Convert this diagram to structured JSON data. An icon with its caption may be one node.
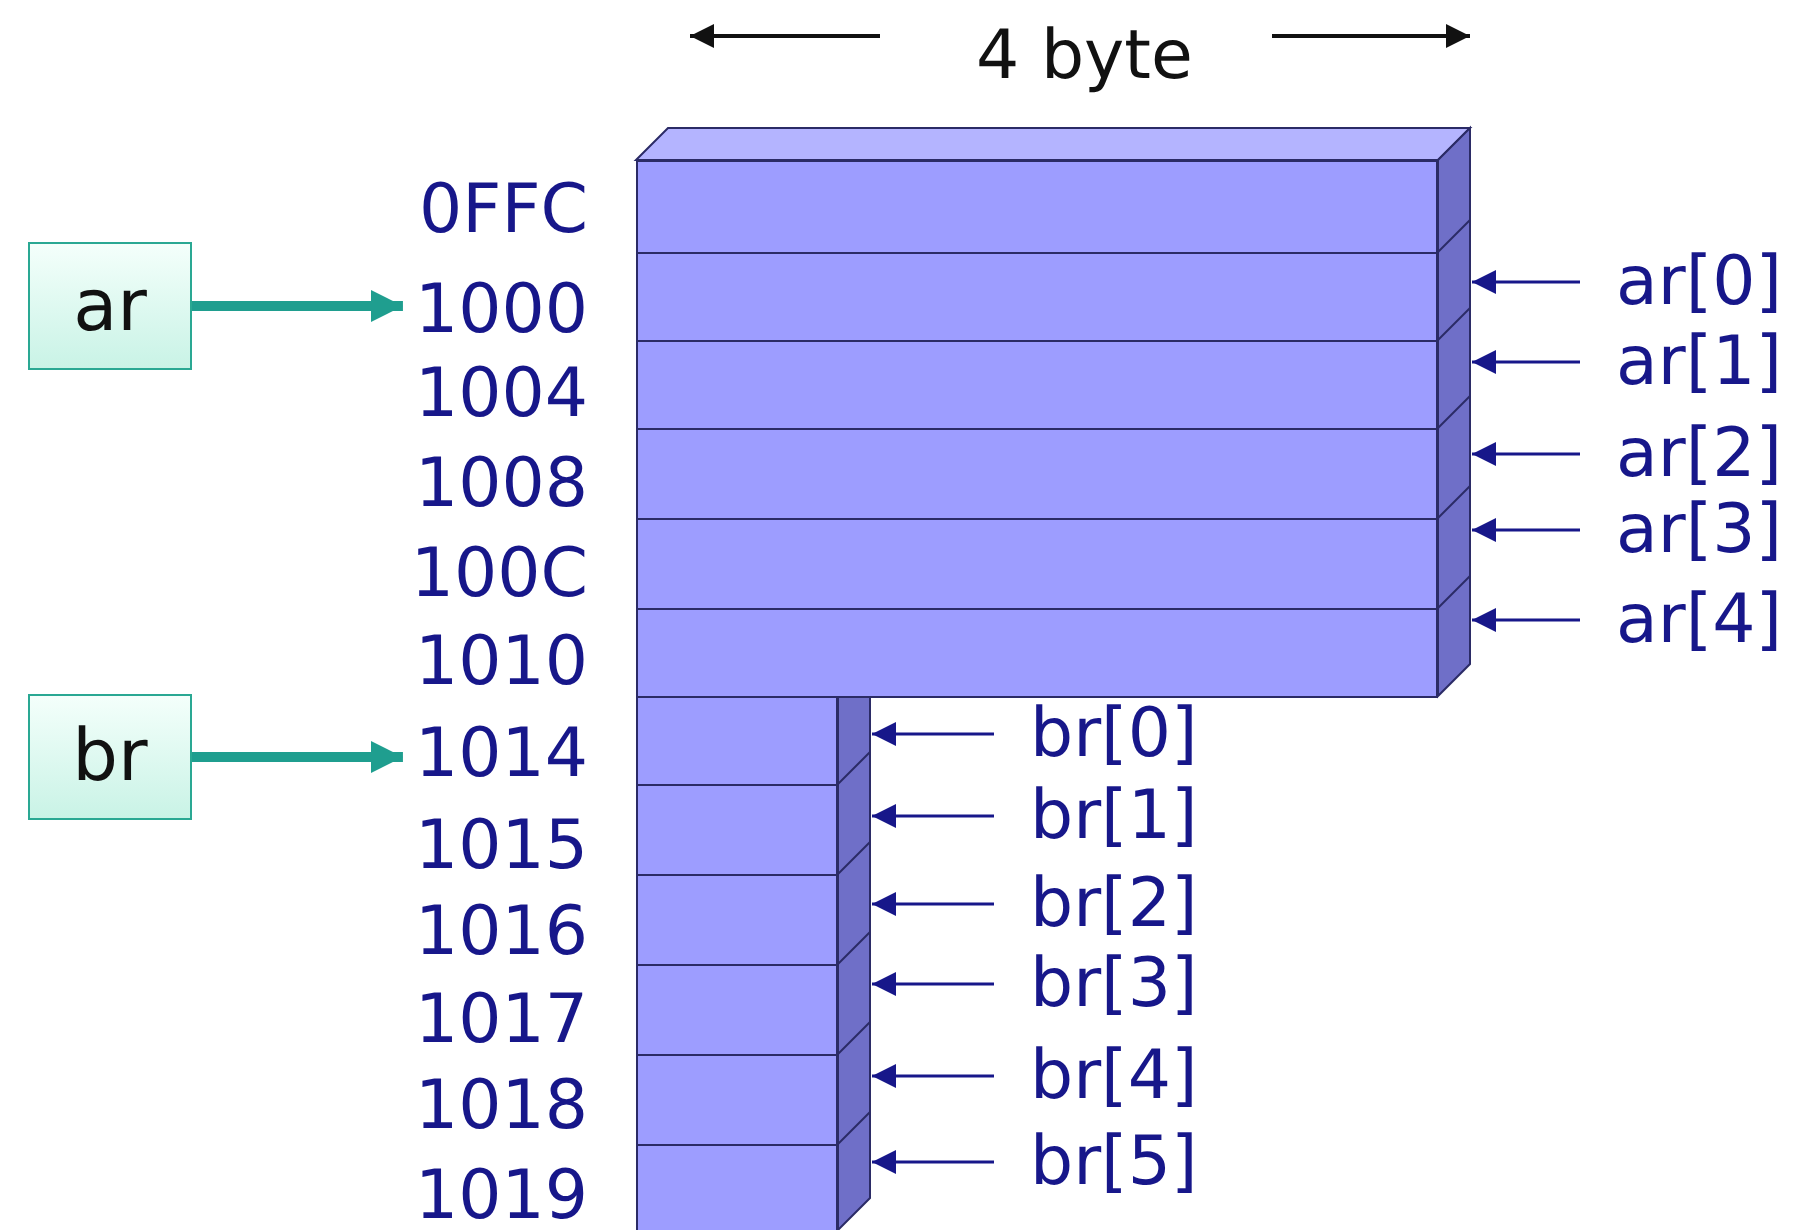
{
  "diagram": {
    "nodes": [
      {
        "text": [
          "ar"
        ]
      },
      {
        "text": [
          "1000"
        ]
      },
      {
        "text": [
          "br"
        ]
      },
      {
        "text": [
          "1014"
        ]
      },
      {
        "text": [],
        "shape": "box"
      },
      {
        "text": [],
        "shape": "box"
      },
      {
        "text": [],
        "shape": "box"
      },
      {
        "text": [],
        "shape": "box"
      },
      {
        "text": [],
        "shape": "box"
      },
      {
        "text": [],
        "shape": "box"
      },
      {
        "text": [],
        "shape": "box"
      },
      {
        "text": [],
        "shape": "box"
      },
      {
        "text": [],
        "shape": "box"
      },
      {
        "text": [],
        "shape": "box"
      },
      {
        "text": [],
        "shape": "box"
      },
      {
        "text": [],
        "shape": "box"
      },
      {
        "text": [
          "ar[0]"
        ]
      },
      {
        "text": [
          "ar[1]"
        ]
      },
      {
        "text": [
          "ar[2]"
        ]
      },
      {
        "text": [
          "ar[3]"
        ]
      },
      {
        "text": [
          "ar[4]"
        ]
      },
      {
        "text": [
          "br[0]"
        ]
      },
      {
        "text": [
          "br[1]"
        ]
      },
      {
        "text": [
          "br[2]"
        ]
      },
      {
        "text": [
          "br[3]"
        ]
      },
      {
        "text": [
          "br[4]"
        ]
      },
      {
        "text": [
          "br[5]"
        ]
      }
    ],
    "edges": [
      {
        "from": 0,
        "to": 1,
        "arrow": "to",
        "style": "thick",
        "color": "#1f9e8f"
      },
      {
        "from": 2,
        "to": 3,
        "arrow": "to",
        "style": "thick",
        "color": "#1f9e8f"
      },
      {
        "from": 16,
        "to": 5,
        "arrow": "to"
      },
      {
        "from": 17,
        "to": 6,
        "arrow": "to"
      },
      {
        "from": 18,
        "to": 7,
        "arrow": "to"
      },
      {
        "from": 19,
        "to": 8,
        "arrow": "to"
      },
      {
        "from": 20,
        "to": 9,
        "arrow": "to"
      },
      {
        "from": 21,
        "to": 10,
        "arrow": "to"
      },
      {
        "from": 22,
        "to": 11,
        "arrow": "to"
      },
      {
        "from": 23,
        "to": 12,
        "arrow": "to"
      },
      {
        "from": 24,
        "to": 13,
        "arrow": "to"
      },
      {
        "from": 25,
        "to": 14,
        "arrow": "to"
      },
      {
        "from": 26,
        "to": 15,
        "arrow": "to"
      }
    ],
    "labels": [
      "4 byte",
      "0FFC",
      "1004",
      "1008",
      "100C",
      "1010",
      "1015",
      "1016",
      "1017",
      "1018",
      "1019"
    ]
  }
}
